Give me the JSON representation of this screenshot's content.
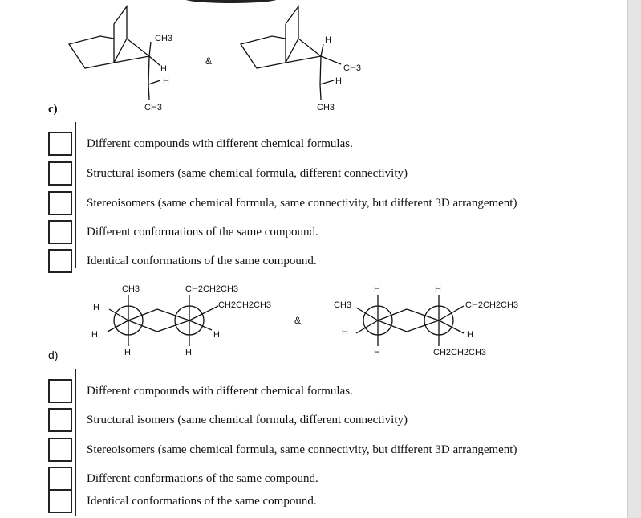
{
  "part_c": {
    "label": "c)",
    "amp": "&",
    "mol1": {
      "ch3_top": "CH3",
      "h_right": "H",
      "h_lower": "H",
      "ch3_bottom": "CH3"
    },
    "mol2": {
      "h_top": "H",
      "ch3_right": "CH3",
      "h_lower": "H",
      "ch3_bottom": "CH3"
    },
    "options": [
      "Different compounds with different chemical formulas.",
      "Structural isomers (same chemical formula, different connectivity)",
      "Stereoisomers (same chemical formula, same connectivity, but different 3D arrangement)",
      "Different conformations of the same compound.",
      "Identical conformations of the same compound."
    ]
  },
  "part_d": {
    "label": "d)",
    "amp": "&",
    "newman1": {
      "ch3": "CH3",
      "h_left_top": "H",
      "h_left_bottom": "H",
      "h_bottom_left": "H",
      "propyl_top": "CH2CH2CH3",
      "propyl_right": "CH2CH2CH3",
      "h_right": "H",
      "h_bottom_right": "H"
    },
    "newman2": {
      "h_top_left": "H",
      "ch3": "CH3",
      "h_left": "H",
      "h_bottom_left": "H",
      "h_top_right": "H",
      "propyl_right": "CH2CH2CH3",
      "h_right": "H",
      "propyl_bottom": "CH2CH2CH3"
    },
    "options": [
      "Different compounds with different chemical formulas.",
      "Structural isomers (same chemical formula, different connectivity)",
      "Stereoisomers (same chemical formula, same connectivity, but different 3D arrangement)",
      "Different conformations of the same compound.",
      "Identical conformations of the same compound."
    ]
  }
}
